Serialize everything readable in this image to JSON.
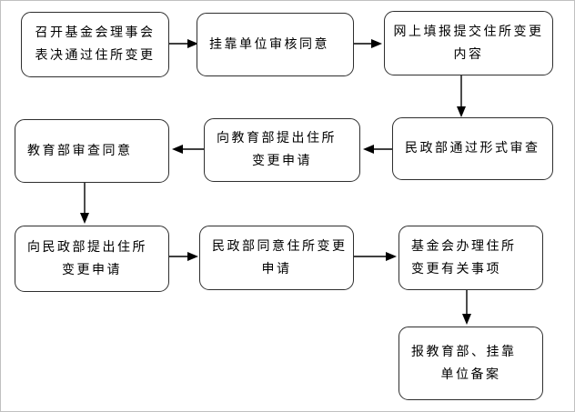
{
  "flowchart": {
    "background": "#ffffff",
    "frame_color": "#c0c0c0",
    "box_border_color": "#2e2e2e",
    "arrow_color": "#000000",
    "text_color": "#000000",
    "nodes": [
      {
        "id": "board-resolution",
        "lines": [
          "召开基金会理事会",
          "表决通过住所变更"
        ]
      },
      {
        "id": "affiliated-unit-review",
        "lines": [
          "挂靠单位审核同意"
        ]
      },
      {
        "id": "online-submit",
        "lines": [
          "网上填报提交住所变更",
          "内容"
        ]
      },
      {
        "id": "moe-review-approve",
        "lines": [
          "教育部审查同意"
        ]
      },
      {
        "id": "apply-moe",
        "lines": [
          "向教育部提出住所",
          "变更申请"
        ]
      },
      {
        "id": "mca-formal-review",
        "lines": [
          "民政部通过形式审查"
        ]
      },
      {
        "id": "apply-mca",
        "lines": [
          "向民政部提出住所",
          "变更申请"
        ]
      },
      {
        "id": "mca-approve",
        "lines": [
          "民政部同意住所变更",
          "申请"
        ]
      },
      {
        "id": "handle-change",
        "lines": [
          "基金会办理住所",
          "变更有关事项"
        ]
      },
      {
        "id": "file-record",
        "lines": [
          "报教育部、挂靠",
          "单位备案"
        ]
      }
    ],
    "edges": [
      {
        "from": "board-resolution",
        "to": "affiliated-unit-review"
      },
      {
        "from": "affiliated-unit-review",
        "to": "online-submit"
      },
      {
        "from": "online-submit",
        "to": "mca-formal-review"
      },
      {
        "from": "mca-formal-review",
        "to": "apply-moe"
      },
      {
        "from": "apply-moe",
        "to": "moe-review-approve"
      },
      {
        "from": "moe-review-approve",
        "to": "apply-mca"
      },
      {
        "from": "apply-mca",
        "to": "mca-approve"
      },
      {
        "from": "mca-approve",
        "to": "handle-change"
      },
      {
        "from": "handle-change",
        "to": "file-record"
      }
    ]
  }
}
